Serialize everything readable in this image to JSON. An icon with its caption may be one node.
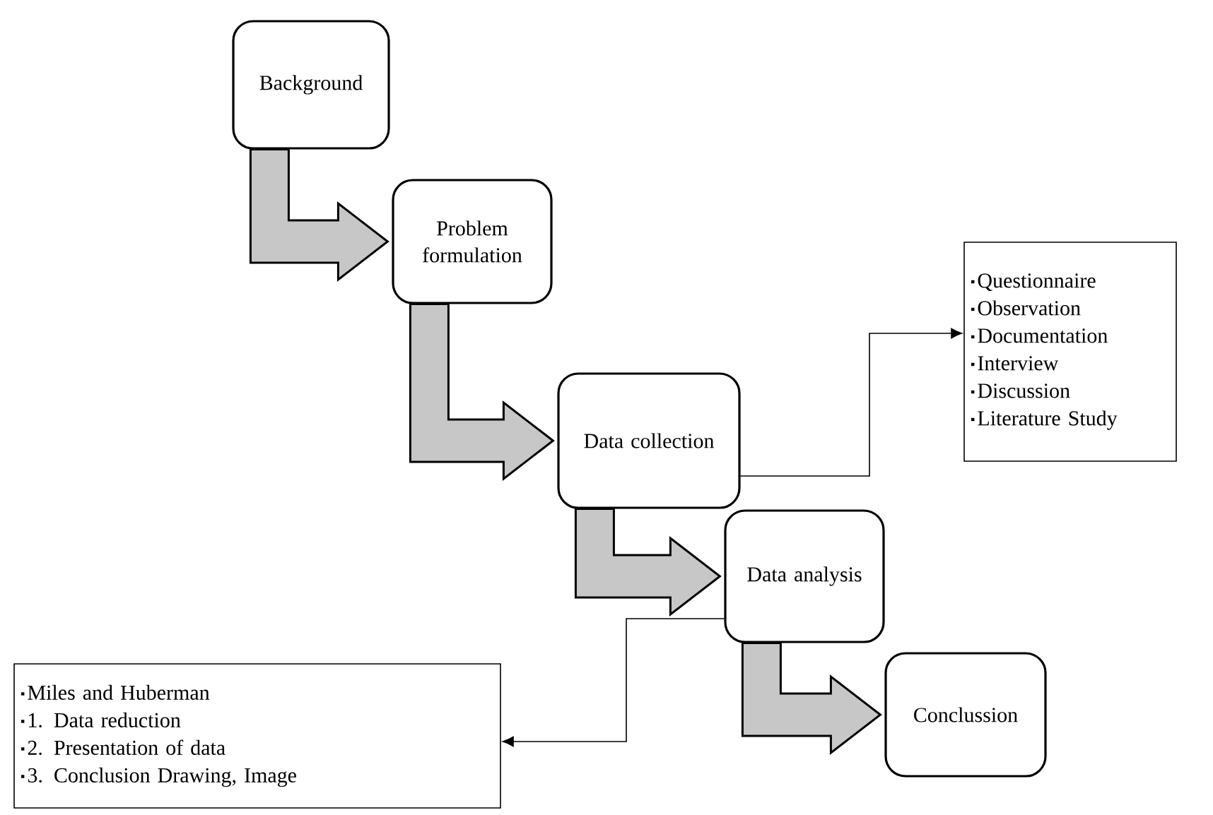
{
  "diagram": {
    "nodes": [
      {
        "text": [
          "Background"
        ]
      },
      {
        "text": [
          "Problem formulation"
        ]
      },
      {
        "text": [
          "Data collection"
        ]
      },
      {
        "text": [
          "Questionnaire",
          "Observation",
          "Documentation",
          "Interview",
          "Discussion",
          "Literature Study"
        ]
      },
      {
        "text": [
          "Data analysis"
        ]
      },
      {
        "text": [
          "Miles and Huberman",
          "1. Data reduction",
          "2. Presentation of data",
          "3. Conclusion Drawing, Image"
        ]
      },
      {
        "text": [
          "Conclussion"
        ]
      }
    ],
    "edges": [
      {
        "from": 0,
        "to": 1,
        "arrow": "to",
        "style": "thick"
      },
      {
        "from": 1,
        "to": 2,
        "arrow": "to",
        "style": "thick"
      },
      {
        "from": 2,
        "to": 3,
        "arrow": "to"
      },
      {
        "from": 2,
        "to": 4,
        "arrow": "to",
        "style": "thick"
      },
      {
        "from": 4,
        "to": 5,
        "arrow": "to"
      },
      {
        "from": 4,
        "to": 6,
        "arrow": "to",
        "style": "thick"
      }
    ]
  }
}
